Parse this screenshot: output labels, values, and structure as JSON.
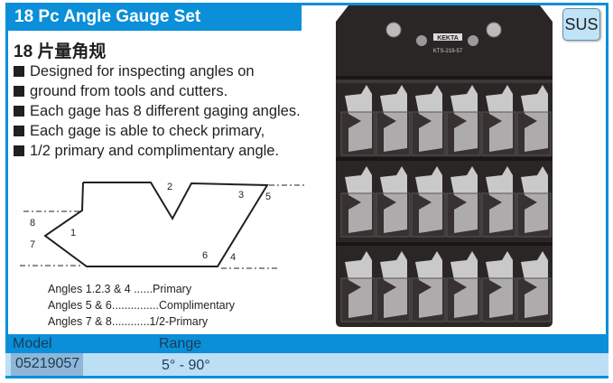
{
  "title": "18 Pc Angle Gauge Set",
  "chinese_title": "18 片量角规",
  "bullets": [
    "Designed for inspecting angles on",
    "ground from tools and cutters.",
    "Each gage has 8 different gaging angles.",
    "Each gage is able to check primary,",
    "1/2 primary and complimentary angle."
  ],
  "diagram_labels": {
    "a1": "1",
    "a2": "2",
    "a3": "3",
    "a4": "4",
    "a5": "5",
    "a6": "6",
    "a7": "7",
    "a8": "8"
  },
  "legend": [
    "Angles 1.2.3 & 4 ......Primary",
    "Angles 5 & 6...............Complimentary",
    "Angles 7 & 8............1/2-Primary"
  ],
  "badge": "SUS",
  "product_image": {
    "brand": "KEKTA",
    "code": "KTS-219-57",
    "gauge_rows": 3,
    "gauges_per_row": 6
  },
  "table": {
    "headers": [
      "Model",
      "Range"
    ],
    "rows": [
      [
        "05219057",
        "5° - 90°"
      ]
    ]
  },
  "colors": {
    "accent": "#0a8fd8",
    "row_light": "#bcdff6"
  }
}
